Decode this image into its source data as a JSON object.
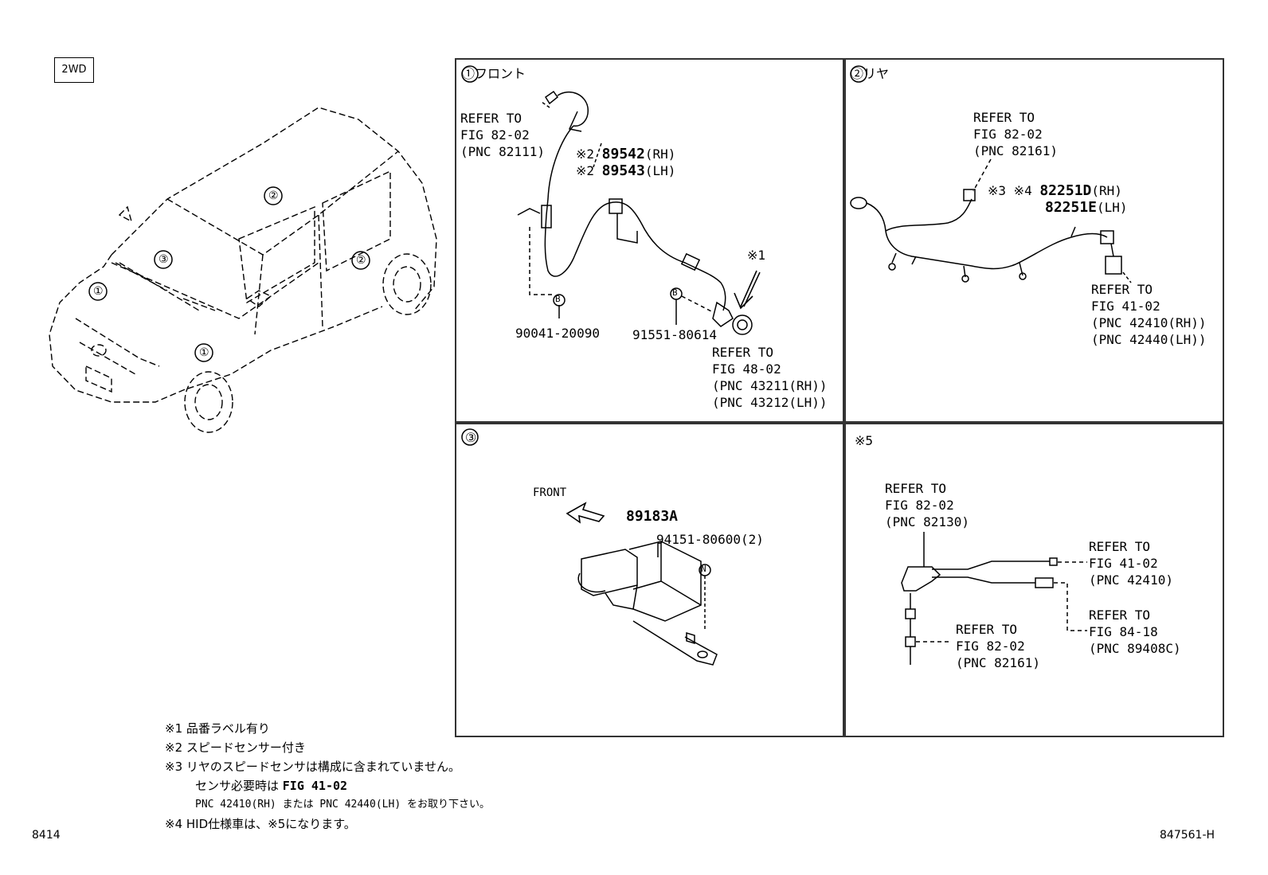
{
  "badge": "2WD",
  "vehicle_callouts": [
    "①",
    "②",
    "③",
    "②",
    "①"
  ],
  "panels": {
    "front": {
      "title": "①フロント",
      "refer1": [
        "REFER TO",
        "FIG 82-02",
        "(PNC 82111)"
      ],
      "part_rh": [
        "※2 ",
        "89542",
        "(RH)"
      ],
      "part_lh": [
        "※2 ",
        "89543",
        "(LH)"
      ],
      "note1": "※1",
      "callout_b1": "B",
      "callout_b2": "B",
      "bolt1": "90041-20090",
      "bolt2": "91551-80614",
      "refer2": [
        "REFER TO",
        "FIG 48-02",
        "(PNC 43211(RH))",
        "(PNC 43212(LH))"
      ]
    },
    "rear": {
      "title": "②リヤ",
      "refer1": [
        "REFER TO",
        "FIG 82-02",
        "(PNC 82161)"
      ],
      "prefix": "※3 ※4 ",
      "part_rh": [
        "82251D",
        "(RH)"
      ],
      "part_lh": [
        "82251E",
        "(LH)"
      ],
      "refer2": [
        "REFER TO",
        "FIG 41-02",
        "(PNC 42410(RH))",
        "(PNC 42440(LH))"
      ]
    },
    "sensor": {
      "title": "③",
      "front_label": "FRONT",
      "part": "89183A",
      "bolt": "94151-80600(2)",
      "callout_n": "N"
    },
    "hid": {
      "title": "※5",
      "refer1": [
        "REFER TO",
        "FIG 82-02",
        "(PNC 82130)"
      ],
      "refer2": [
        "REFER TO",
        "FIG 41-02",
        "(PNC 42410)"
      ],
      "refer3": [
        "REFER TO",
        "FIG 84-18",
        "(PNC 89408C)"
      ],
      "refer4": [
        "REFER TO",
        "FIG 82-02",
        "(PNC 82161)"
      ]
    }
  },
  "notes": {
    "n1": "※1 品番ラベル有り",
    "n2": "※2 スピードセンサー付き",
    "n3": "※3 リヤのスピードセンサは構成に含まれていません。",
    "n3b_text": "センサ必要時は ",
    "n3b_fig": "FIG 41-02",
    "n3c": "PNC 42410(RH) または PNC 42440(LH) をお取り下さい。",
    "n4": "※4 HID仕様車は、※5になります。"
  },
  "footer": {
    "left": "8414",
    "right": "847561-H"
  }
}
